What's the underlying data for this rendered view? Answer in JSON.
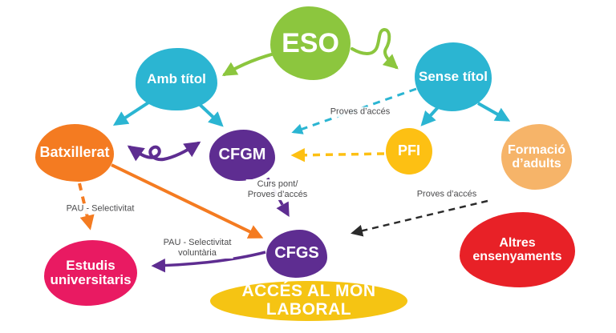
{
  "diagram": {
    "nodes": {
      "eso": {
        "label": "ESO",
        "color": "#8cc63e"
      },
      "amb_titol": {
        "label": "Amb títol",
        "color": "#2bb5d2"
      },
      "sense_titol": {
        "label": "Sense títol",
        "color": "#2bb5d2"
      },
      "batxillerat": {
        "label": "Batxillerat",
        "color": "#f47b21"
      },
      "cfgm": {
        "label": "CFGM",
        "color": "#5e2d91"
      },
      "pfi": {
        "label": "PFI",
        "color": "#fdc013"
      },
      "formacio_adults": {
        "line1": "Formació",
        "line2": "d’adults",
        "color": "#f6b469"
      },
      "estudis_universitaris": {
        "line1": "Estudis",
        "line2": "universitaris",
        "color": "#e91a62"
      },
      "cfgs": {
        "label": "CFGS",
        "color": "#5e2d91"
      },
      "altres_ensenyaments": {
        "line1": "Altres",
        "line2": "ensenyaments",
        "color": "#e82127"
      },
      "acces_mon_laboral": {
        "label": "ACCÉS AL MÓN LABORAL",
        "color": "#f5c413"
      }
    },
    "edge_labels": {
      "proves_acces_cfgm": "Proves d’accés",
      "curs_pont_line1": "Curs pont/",
      "curs_pont_line2": "Proves d’accés",
      "pau_selectivitat": "PAU - Selectivitat",
      "proves_acces_cfgs": "Proves d’accés",
      "pau_voluntaria_line1": "PAU - Selectivitat",
      "pau_voluntaria_line2": "voluntària"
    },
    "edge_colors": {
      "green": "#8cc63e",
      "cyan": "#2bb5d2",
      "orange": "#f47b21",
      "purple": "#5e2d91",
      "yellow": "#fdc013",
      "black": "#2b2b2b"
    }
  }
}
